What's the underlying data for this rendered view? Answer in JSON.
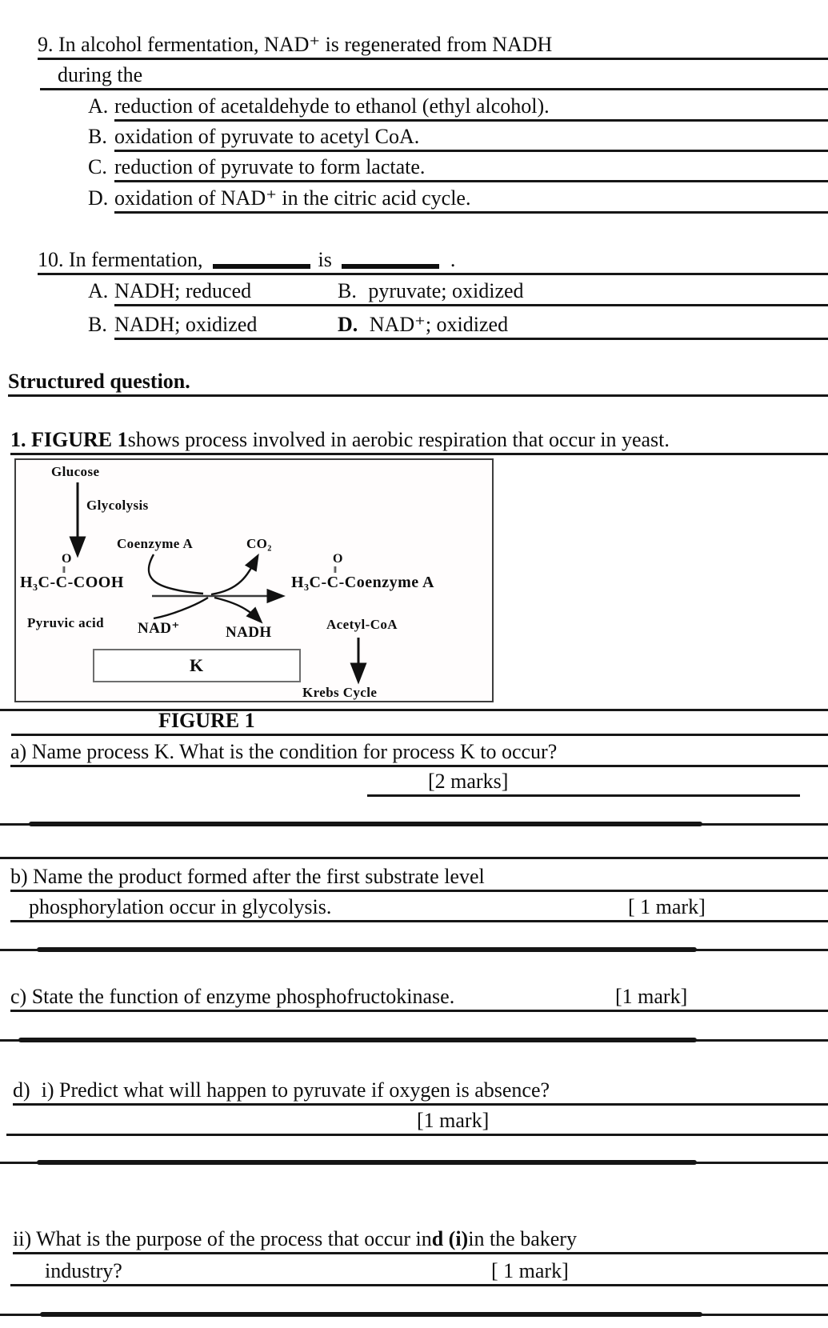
{
  "q9": {
    "line1": "9. In alcohol fermentation, NAD⁺ is regenerated from NADH",
    "line2": "during the",
    "options": [
      {
        "prefix": "A.",
        "text": "reduction of acetaldehyde to ethanol (ethyl alcohol)."
      },
      {
        "prefix": "B.",
        "text": "oxidation of pyruvate to acetyl CoA."
      },
      {
        "prefix": "C.",
        "text": "reduction of pyruvate to form lactate."
      },
      {
        "prefix": "D.",
        "text": "oxidation of NAD⁺ in the citric acid cycle."
      }
    ]
  },
  "q10": {
    "lead": "10. In fermentation,",
    "mid": "is",
    "end": ".",
    "row1": [
      {
        "prefix": "A.",
        "text": "NADH; reduced"
      },
      {
        "prefix": "B.",
        "text": "pyruvate; oxidized"
      }
    ],
    "row2": [
      {
        "prefix": "B.",
        "text": "NADH; oxidized"
      },
      {
        "prefix": "D.",
        "text": "NAD⁺; oxidized"
      }
    ]
  },
  "section_heading": "Structured question.",
  "q1": {
    "lead_bold": "1. FIGURE 1",
    "rest": " shows process involved in aerobic respiration that occur in yeast."
  },
  "figure": {
    "caption": "FIGURE 1",
    "glucose": "Glucose",
    "glycolysis": "Glycolysis",
    "coenzyme_a": "Coenzyme A",
    "co2": "CO₂",
    "pyruvic_o": "O",
    "pyruvic_bond": "‖",
    "pyruvic_formula": "H₃C-C-COOH",
    "pyruvic_label": "Pyruvic acid",
    "nad_plus": "NAD⁺",
    "nadh": "NADH",
    "acetyl_o": "O",
    "acetyl_bond": "‖",
    "acetyl_formula": "H₃C-C-Coenzyme A",
    "acetyl_label": "Acetyl-CoA",
    "k_box": "K",
    "krebs": "Krebs Cycle"
  },
  "parts": {
    "a": {
      "text": "a) Name process K. What is the condition for process K to occur?",
      "marks": "[2 marks]"
    },
    "b": {
      "line1": "b) Name the product formed after the first substrate level",
      "line2": "phosphorylation occur in glycolysis.",
      "marks": "[ 1 mark]"
    },
    "c": {
      "text": "c) State the function of enzyme phosphofructokinase.",
      "marks": "[1 mark]"
    },
    "d_i": {
      "prefix": "d)",
      "text": "i) Predict what will happen to pyruvate if oxygen is absence?",
      "marks": "[1 mark]"
    },
    "d_ii": {
      "pre": "ii) What is the purpose of the process that occur in ",
      "bold": "d (i)",
      "post": " in the bakery",
      "line2": "industry?",
      "marks": "[ 1 mark]"
    }
  }
}
